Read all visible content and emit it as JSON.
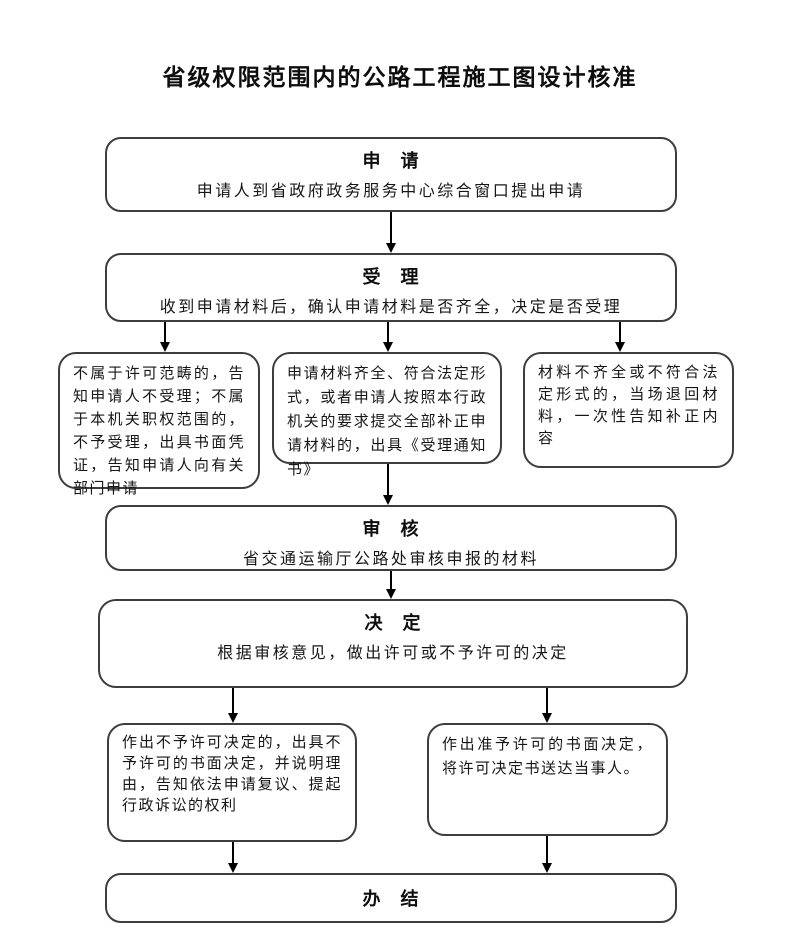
{
  "title": "省级权限范围内的公路工程施工图设计核准",
  "flow": {
    "apply": {
      "heading": "申　请",
      "body": "申请人到省政府政务服务中心综合窗口提出申请"
    },
    "accept": {
      "heading": "受　理",
      "body": "收到申请材料后，确认申请材料是否齐全，决定是否受理"
    },
    "branch_reject": {
      "body": "不属于许可范畴的，告知申请人不受理；不属于本机关职权范围的，不予受理，出具书面凭证，告知申请人向有关部门申请"
    },
    "branch_notice": {
      "body": "申请材料齐全、符合法定形式，或者申请人按照本行政机关的要求提交全部补正申请材料的，出具《受理通知书》"
    },
    "branch_supplement": {
      "body": "材料不齐全或不符合法定形式的，当场退回材料，一次性告知补正内容"
    },
    "review": {
      "heading": "审　核",
      "body": "省交通运输厅公路处审核申报的材料"
    },
    "decide": {
      "heading": "决　定",
      "body": "根据审核意见，做出许可或不予许可的决定"
    },
    "branch_deny": {
      "body": "作出不予许可决定的，出具不予许可的书面决定，并说明理由，告知依法申请复议、提起行政诉讼的权利"
    },
    "branch_grant": {
      "body": "作出准予许可的书面决定，将许可决定书送达当事人。"
    },
    "complete": {
      "heading": "办　结"
    }
  },
  "colors": {
    "background": "#ffffff",
    "box_border": "#3d3d3d",
    "arrow": "#000000",
    "text": "#111111"
  }
}
